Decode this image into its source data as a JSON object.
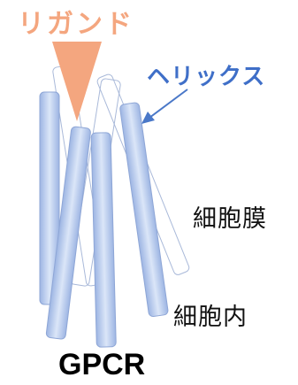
{
  "labels": {
    "ligand": "リガンド",
    "helix": "ヘリックス",
    "membrane": "細胞膜",
    "intracellular": "細胞内",
    "title": "GPCR"
  },
  "colors": {
    "ligand": "#f4a67f",
    "helix_label": "#3f6fc8",
    "helix_fill": "#aec3ea",
    "helix_fill_center": "#d7e3f7",
    "helix_stroke": "#8ea6d6",
    "outline_stroke": "#a9b9d9",
    "arrow": "#4a78c8",
    "text": "#111111"
  },
  "diagram": {
    "front_helix_count": 4,
    "back_outline_count": 3
  }
}
